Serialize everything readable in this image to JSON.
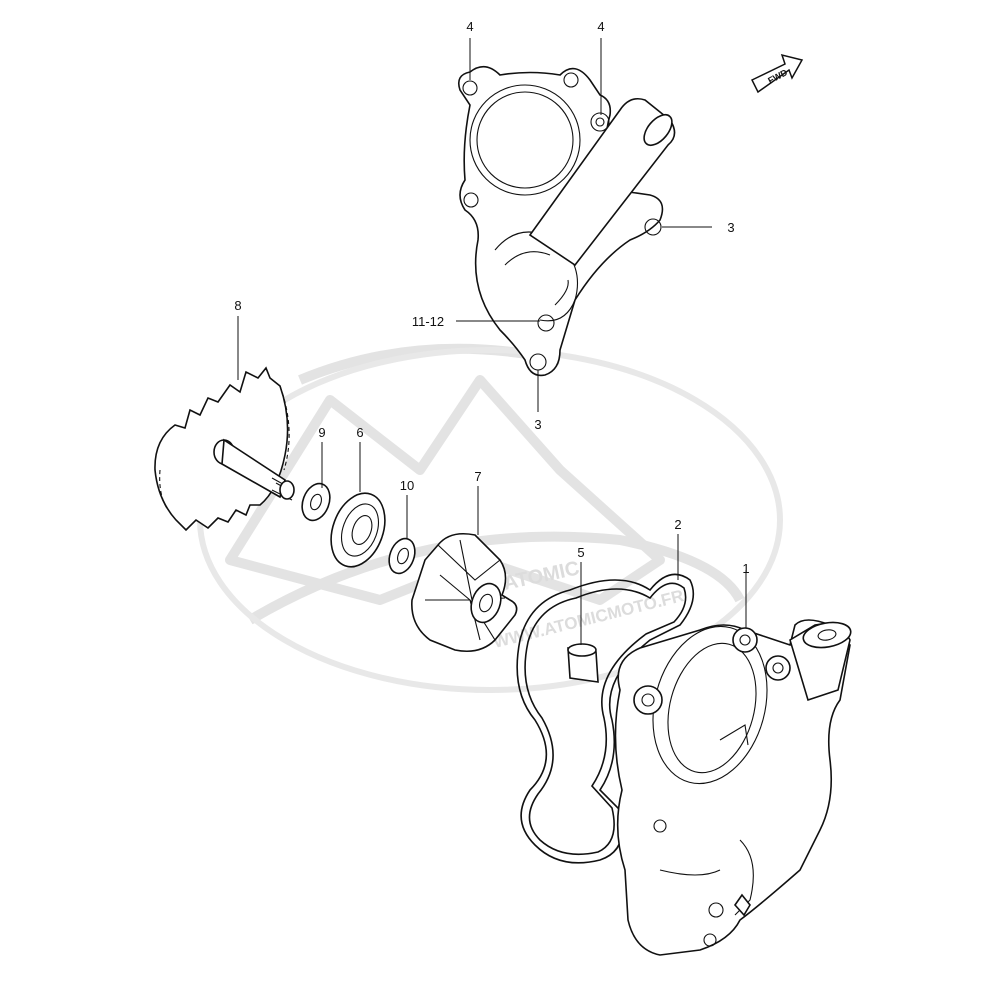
{
  "diagram": {
    "fwd_label": "FWD",
    "watermark": {
      "brand": "ATOMIC",
      "url": "WWW.ATOMICMOTO.FR"
    },
    "callouts": [
      {
        "id": "c4a",
        "label": "4"
      },
      {
        "id": "c4b",
        "label": "4"
      },
      {
        "id": "c3a",
        "label": "3"
      },
      {
        "id": "c1112",
        "label": "11-12"
      },
      {
        "id": "c3b",
        "label": "3"
      },
      {
        "id": "c8",
        "label": "8"
      },
      {
        "id": "c9",
        "label": "9"
      },
      {
        "id": "c6",
        "label": "6"
      },
      {
        "id": "c10",
        "label": "10"
      },
      {
        "id": "c7",
        "label": "7"
      },
      {
        "id": "c5",
        "label": "5"
      },
      {
        "id": "c2",
        "label": "2"
      },
      {
        "id": "c1",
        "label": "1"
      }
    ]
  }
}
